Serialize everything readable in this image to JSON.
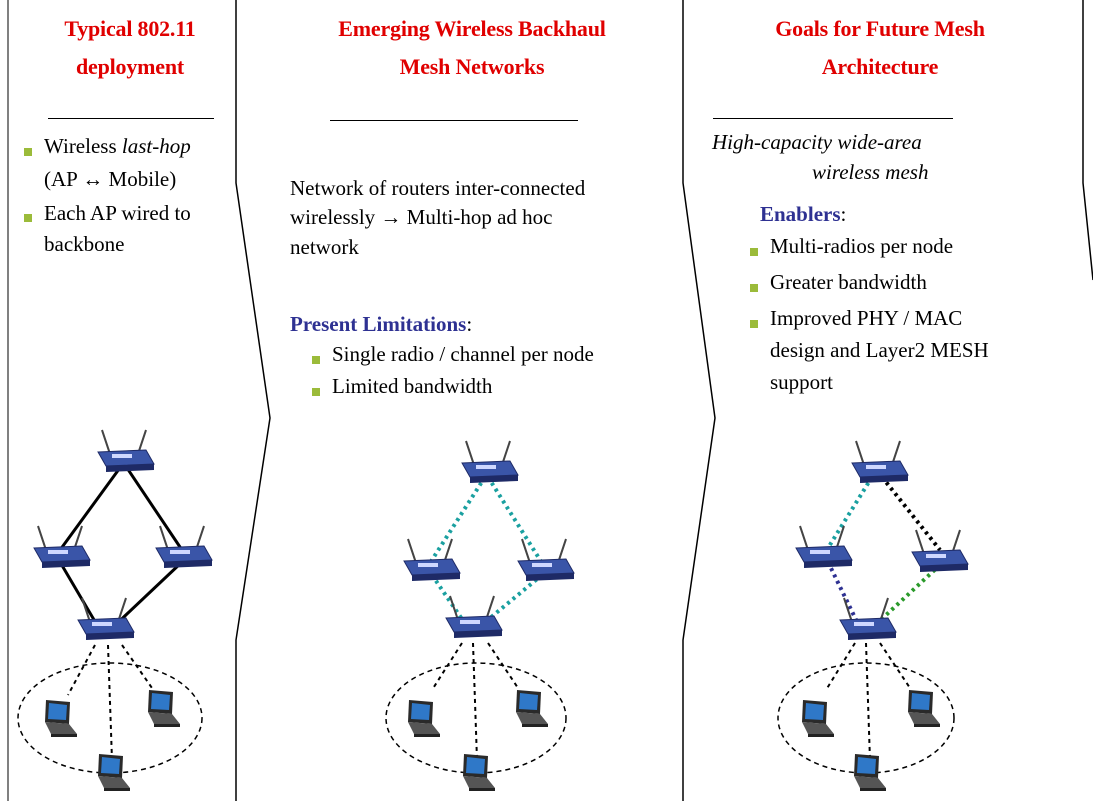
{
  "col1": {
    "title_line1": "Typical 802.11",
    "title_line2": "deployment",
    "bullets": [
      "Wireless ",
      "last-hop",
      "(AP ↔ Mobile)",
      "Each AP wired to",
      "backbone"
    ]
  },
  "col2": {
    "title_line1": "Emerging Wireless Backhaul",
    "title_line2": "Mesh Networks",
    "desc_line1": "Network of routers  inter-connected",
    "desc_line2": "wirelessly →  Multi-hop ad hoc",
    "desc_line3": "network",
    "limits_heading": "Present Limitations",
    "limits_colon": ":",
    "limits": [
      "Single  radio / channel per node",
      "Limited bandwidth"
    ]
  },
  "col3": {
    "title_line1": "Goals for Future Mesh",
    "title_line2": "Architecture",
    "tagline1": "High-capacity  wide-area",
    "tagline2": "wireless mesh",
    "enablers_heading": "Enablers",
    "enablers_colon": ":",
    "enablers": [
      "Multi-radios per node",
      "Greater bandwidth",
      "Improved PHY / MAC",
      "design and Layer2 MESH",
      "support"
    ]
  },
  "colors": {
    "title": "#e00000",
    "subheading": "#2e3192",
    "bullet": "#9bbb3a",
    "link_wired": "#000000",
    "link_cyan": "#1aa0a0",
    "link_blue": "#2e3192",
    "link_green": "#2a9a2a"
  },
  "icons": [
    "wireless-router-icon",
    "laptop-icon"
  ]
}
